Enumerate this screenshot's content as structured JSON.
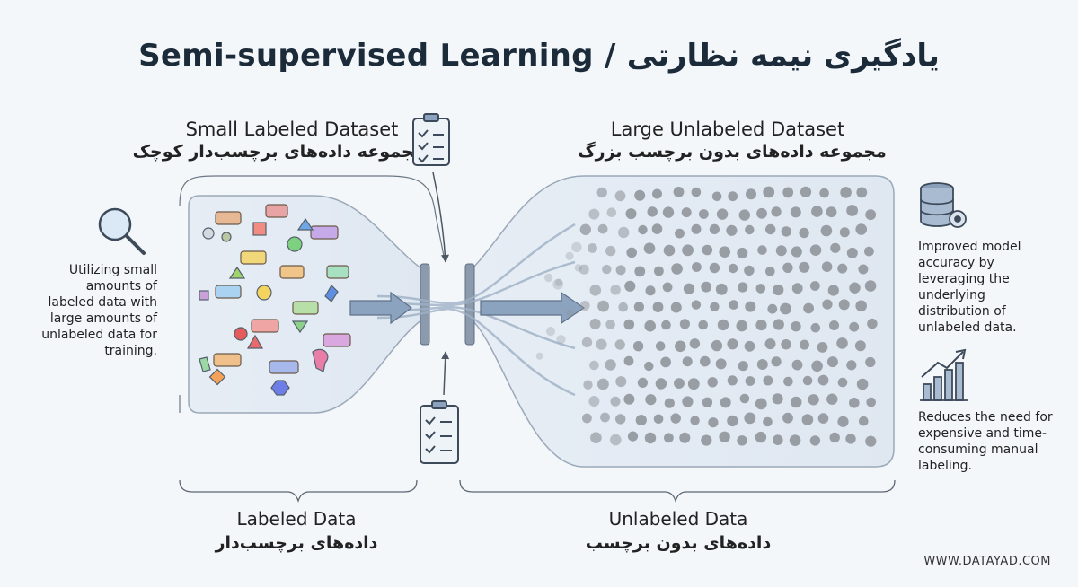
{
  "title": "Semi-supervised Learning / یادگیری نیمه نظارتی",
  "labeled_header": {
    "en": "Small Labeled Dataset",
    "fa": "مجموعه داده‌های برچسب‌دار کوچک"
  },
  "unlabeled_header": {
    "en": "Large Unlabeled Dataset",
    "fa": "مجموعه داده‌های بدون برچسب بزرگ"
  },
  "left_note": "Utilizing small amounts of labeled data with large amounts of unlabeled data for training.",
  "right_notes": {
    "accuracy": "Improved model accuracy by leveraging the underlying distribution of unlabeled data.",
    "cost": "Reduces the need for expensive and time-consuming manual labeling."
  },
  "footer": {
    "labeled_en": "Labeled Data",
    "labeled_fa": "داده‌های برچسب‌دار",
    "unlabeled_en": "Unlabeled Data",
    "unlabeled_fa": "داده‌های بدون برچسب"
  },
  "website": "WWW.DATAYAD.COM",
  "icons": [
    "magnifier-icon",
    "clipboard-checklist-icon",
    "database-gear-icon",
    "growth-chart-icon"
  ],
  "colors": {
    "background": "#f4f7fa",
    "panel_fill": "#e3eaf3",
    "panel_stroke": "#8f9fb2",
    "dot": "#8c9197",
    "arrow": "#7d93ad"
  }
}
